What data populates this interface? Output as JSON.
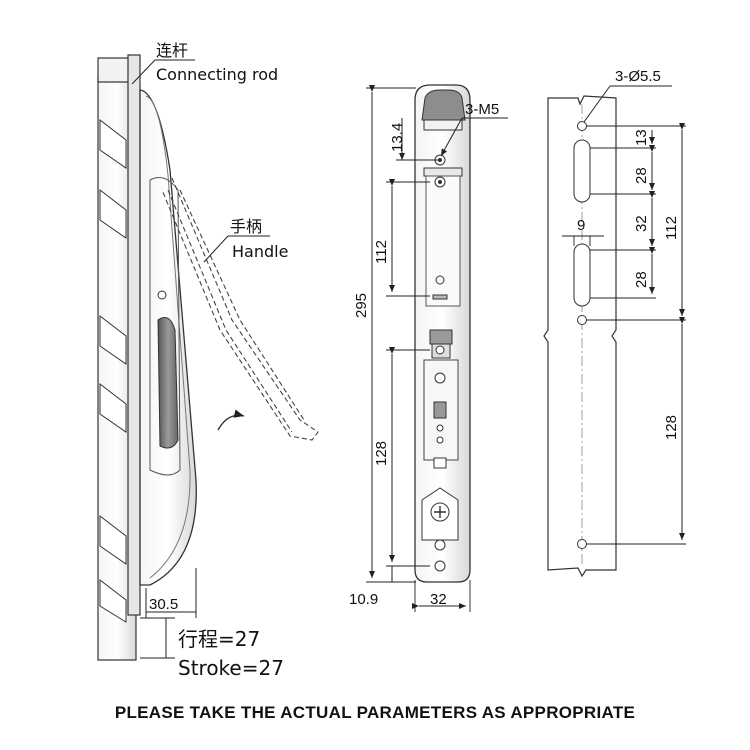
{
  "side_view": {
    "connecting_rod_cn": "连杆",
    "connecting_rod_en": "Connecting rod",
    "handle_cn": "手柄",
    "handle_en": "Handle",
    "depth": "30.5",
    "stroke_cn": "行程=27",
    "stroke_en": "Stroke=27"
  },
  "front_view": {
    "thread_callout": "3-M5",
    "dim_13_4": "13.4",
    "dim_112": "112",
    "dim_295": "295",
    "dim_128": "128",
    "dim_10_9": "10.9",
    "dim_32": "32"
  },
  "cutout_view": {
    "hole_callout": "3-Ø5.5",
    "dim_13": "13",
    "dim_28_top": "28",
    "dim_32": "32",
    "dim_112": "112",
    "dim_9": "9",
    "dim_28_bottom": "28",
    "dim_128": "128"
  },
  "footer_note": "PLEASE TAKE THE ACTUAL PARAMETERS AS APPROPRIATE"
}
